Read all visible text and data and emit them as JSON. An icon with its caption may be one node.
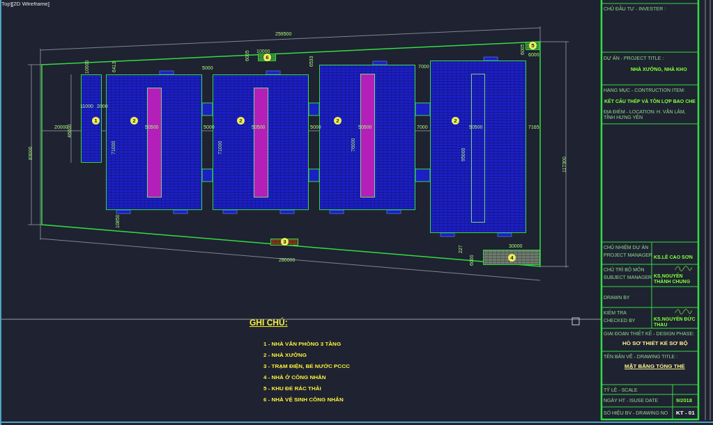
{
  "diagram": {
    "nodes": [
      {
        "text": [
          "1"
        ]
      },
      {
        "text": [
          "2"
        ]
      },
      {
        "text": [
          "2"
        ]
      },
      {
        "text": [
          "2"
        ]
      },
      {
        "text": [
          "2"
        ]
      },
      {
        "text": [
          "6"
        ]
      },
      {
        "text": [
          "5"
        ]
      },
      {
        "text": [
          "3"
        ]
      },
      {
        "text": [
          "4"
        ]
      }
    ],
    "labels": [
      "Top][2D Wireframe]",
      "259500",
      "10000",
      "6005",
      "10000",
      "6413",
      "5000",
      "6533",
      "7000",
      "6005",
      "6000",
      "83000",
      "20000",
      "46000",
      "11000",
      "2000",
      "50500",
      "5000",
      "50500",
      "5000",
      "50500",
      "7000",
      "50500",
      "7165",
      "71000",
      "71000",
      "76000",
      "95000",
      "117300",
      "10850",
      "227",
      "30000",
      "6000",
      "280000",
      "CHỦ ĐẦU TƯ - INVESTER :",
      "DỰ ÁN - PROJECT TITLE :",
      "NHÀ XƯỞNG, NHÀ KHO",
      "HẠNG MỤC - CONTRUCTION ITEM:",
      "KẾT CẤU THÉP VÀ TÔN LỢP BAO CHE",
      "ĐỊA ĐIỂM - LOCATION: H. VĂN LÂM, TỈNH HƯNG YÊN",
      "CHỦ NHIỆM DỰ ÁN",
      "PROJECT MANAGER",
      "KS.LÊ CAO SƠN",
      "CHỦ TRÌ BỘ MÔN",
      "SUBJECT MANAGER",
      "KS.NGUYỄN THÀNH CHUNG",
      "DRAWN BY",
      "KIỂM TRA",
      "CHECKED BY",
      "KS.NGUYỄN ĐỨC THAU",
      "GIAI ĐOẠN THIẾT KẾ - DESIGN PHASE:",
      "HỒ SƠ THIẾT KẾ SƠ BỘ",
      "TÊN BẢN VẼ - DRAWING TITLE :",
      "MẶT BẰNG TỔNG THỂ",
      "TỶ LỆ - SCALE",
      "NGÀY HT - ISUSE DATE",
      "9/2018",
      "SỐ HIỆU BV - DRAWING NO",
      "KT - 01",
      "GHI CHÚ:",
      "1 - NHÀ VĂN PHÒNG 3 TẦNG",
      "2 - NHÀ XƯỞNG",
      "3 - TRẠM ĐIỆN, BỂ NƯỚC PCCC",
      "4 -  NHÀ Ở CÔNG NHÂN",
      "5 - KHU ĐỂ RÁC THẢI",
      "6 - NHÀ VỆ SINH CÔNG NHÂN"
    ]
  }
}
